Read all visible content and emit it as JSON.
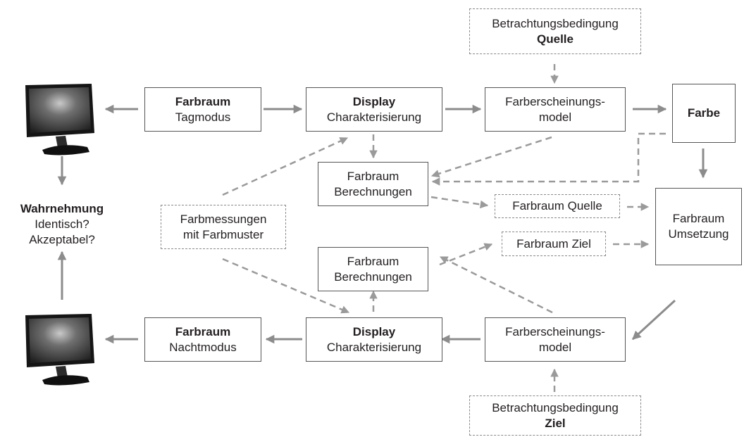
{
  "top": {
    "space_day": {
      "title": "Farbraum",
      "subtitle": "Tagmodus"
    },
    "display": {
      "title": "Display",
      "subtitle": "Charakterisierung"
    },
    "appearance_model": {
      "line1": "Farberscheinungs-",
      "line2": "model"
    },
    "color": {
      "title": "Farbe"
    },
    "viewing_condition": {
      "line1": "Betrachtungsbedingung",
      "line2": "Quelle"
    },
    "calculations": {
      "line1": "Farbraum",
      "line2": "Berechnungen"
    }
  },
  "middle": {
    "perception": {
      "title": "Wahrnehmung",
      "q1": "Identisch?",
      "q2": "Akzeptabel?"
    },
    "measurements": {
      "line1": "Farbmessungen",
      "line2": "mit Farbmuster"
    },
    "source_space": {
      "label": "Farbraum Quelle"
    },
    "target_space": {
      "label": "Farbraum Ziel"
    },
    "conversion": {
      "line1": "Farbraum",
      "line2": "Umsetzung"
    }
  },
  "bottom": {
    "space_night": {
      "title": "Farbraum",
      "subtitle": "Nachtmodus"
    },
    "display": {
      "title": "Display",
      "subtitle": "Charakterisierung"
    },
    "appearance_model": {
      "line1": "Farberscheinungs-",
      "line2": "model"
    },
    "calculations": {
      "line1": "Farbraum",
      "line2": "Berechnungen"
    },
    "viewing_condition": {
      "line1": "Betrachtungsbedingung",
      "line2": "Ziel"
    }
  },
  "colors": {
    "solid_arrow": "#8c8c8c",
    "dashed_arrow": "#9a9a9a",
    "box_border": "#555555",
    "text": "#231f20"
  },
  "icons": {
    "monitor_top": "monitor-icon",
    "monitor_bottom": "monitor-icon"
  }
}
